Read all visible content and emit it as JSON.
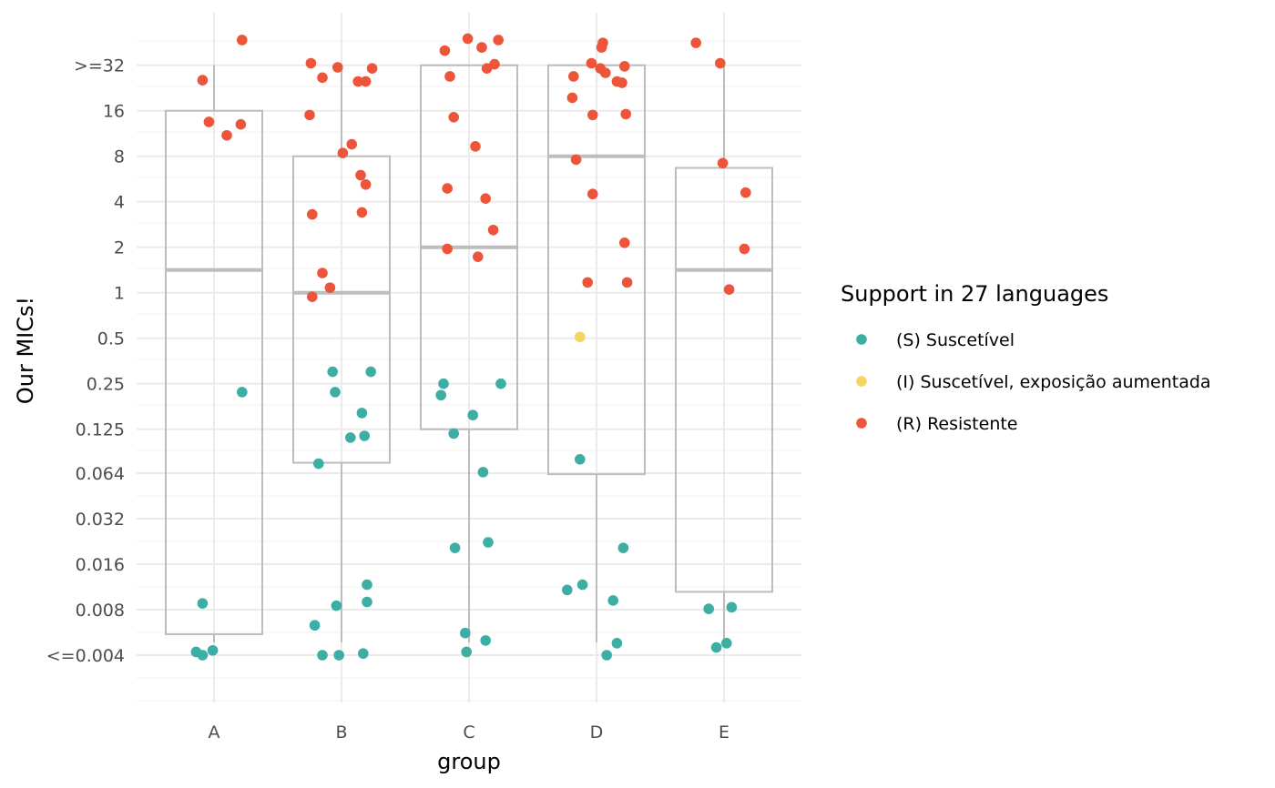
{
  "chart_data": {
    "type": "scatter",
    "subtype": "boxplot-with-jitter",
    "title": "",
    "xlabel": "group",
    "ylabel": "Our MICs!",
    "categories": [
      "A",
      "B",
      "C",
      "D",
      "E"
    ],
    "y_scale": "log2",
    "y_ticks": [
      {
        "value": 0.004,
        "label": "<=0.004"
      },
      {
        "value": 0.008,
        "label": "0.008"
      },
      {
        "value": 0.016,
        "label": "0.016"
      },
      {
        "value": 0.032,
        "label": "0.032"
      },
      {
        "value": 0.064,
        "label": "0.064"
      },
      {
        "value": 0.125,
        "label": "0.125"
      },
      {
        "value": 0.25,
        "label": "0.25"
      },
      {
        "value": 0.5,
        "label": "0.5"
      },
      {
        "value": 1,
        "label": "1"
      },
      {
        "value": 2,
        "label": "2"
      },
      {
        "value": 4,
        "label": "4"
      },
      {
        "value": 8,
        "label": "8"
      },
      {
        "value": 16,
        "label": "16"
      },
      {
        "value": 32,
        "label": ">=32"
      }
    ],
    "grid": true,
    "legend_position": "right",
    "legend": {
      "title": "Support in 27 languages",
      "items": [
        {
          "key": "S",
          "label": "(S) Suscetível",
          "color": "#3CAEA3"
        },
        {
          "key": "I",
          "label": "(I) Suscetível, exposição aumentada",
          "color": "#F6D55C"
        },
        {
          "key": "R",
          "label": "(R) Resistente",
          "color": "#ED553B"
        }
      ]
    },
    "boxes": [
      {
        "group": "A",
        "lower": 0.004,
        "q1": 0.0055,
        "median": 1.414,
        "q3": 16,
        "upper": 32
      },
      {
        "group": "B",
        "lower": 0.004,
        "q1": 0.075,
        "median": 1,
        "q3": 8,
        "upper": 32
      },
      {
        "group": "C",
        "lower": 0.004,
        "q1": 0.125,
        "median": 2,
        "q3": 32,
        "upper": 32
      },
      {
        "group": "D",
        "lower": 0.004,
        "q1": 0.063,
        "median": 8,
        "q3": 32,
        "upper": 32
      },
      {
        "group": "E",
        "lower": 0.004,
        "q1": 0.0105,
        "median": 1.414,
        "q3": 6.7,
        "upper": 32
      }
    ],
    "points": [
      {
        "group": "A",
        "jitter": 0.22,
        "value": 47,
        "sir": "R"
      },
      {
        "group": "A",
        "jitter": -0.09,
        "value": 25.5,
        "sir": "R"
      },
      {
        "group": "A",
        "jitter": -0.04,
        "value": 13.5,
        "sir": "R"
      },
      {
        "group": "A",
        "jitter": 0.21,
        "value": 13,
        "sir": "R"
      },
      {
        "group": "A",
        "jitter": 0.1,
        "value": 11,
        "sir": "R"
      },
      {
        "group": "A",
        "jitter": 0.22,
        "value": 0.22,
        "sir": "S"
      },
      {
        "group": "A",
        "jitter": -0.09,
        "value": 0.0088,
        "sir": "S"
      },
      {
        "group": "A",
        "jitter": -0.14,
        "value": 0.0042,
        "sir": "S"
      },
      {
        "group": "A",
        "jitter": -0.09,
        "value": 0.004,
        "sir": "S"
      },
      {
        "group": "A",
        "jitter": -0.01,
        "value": 0.0043,
        "sir": "S"
      },
      {
        "group": "B",
        "jitter": -0.24,
        "value": 33,
        "sir": "R"
      },
      {
        "group": "B",
        "jitter": -0.03,
        "value": 31,
        "sir": "R"
      },
      {
        "group": "B",
        "jitter": 0.24,
        "value": 30.5,
        "sir": "R"
      },
      {
        "group": "B",
        "jitter": -0.15,
        "value": 26.5,
        "sir": "R"
      },
      {
        "group": "B",
        "jitter": 0.13,
        "value": 25,
        "sir": "R"
      },
      {
        "group": "B",
        "jitter": 0.19,
        "value": 25,
        "sir": "R"
      },
      {
        "group": "B",
        "jitter": -0.25,
        "value": 15,
        "sir": "R"
      },
      {
        "group": "B",
        "jitter": 0.08,
        "value": 9.6,
        "sir": "R"
      },
      {
        "group": "B",
        "jitter": 0.01,
        "value": 8.4,
        "sir": "R"
      },
      {
        "group": "B",
        "jitter": 0.15,
        "value": 6,
        "sir": "R"
      },
      {
        "group": "B",
        "jitter": 0.19,
        "value": 5.2,
        "sir": "R"
      },
      {
        "group": "B",
        "jitter": -0.23,
        "value": 3.3,
        "sir": "R"
      },
      {
        "group": "B",
        "jitter": 0.16,
        "value": 3.4,
        "sir": "R"
      },
      {
        "group": "B",
        "jitter": -0.15,
        "value": 1.35,
        "sir": "R"
      },
      {
        "group": "B",
        "jitter": -0.09,
        "value": 1.08,
        "sir": "R"
      },
      {
        "group": "B",
        "jitter": -0.23,
        "value": 0.94,
        "sir": "R"
      },
      {
        "group": "B",
        "jitter": -0.07,
        "value": 0.3,
        "sir": "S"
      },
      {
        "group": "B",
        "jitter": 0.23,
        "value": 0.3,
        "sir": "S"
      },
      {
        "group": "B",
        "jitter": -0.05,
        "value": 0.22,
        "sir": "S"
      },
      {
        "group": "B",
        "jitter": 0.16,
        "value": 0.16,
        "sir": "S"
      },
      {
        "group": "B",
        "jitter": 0.07,
        "value": 0.11,
        "sir": "S"
      },
      {
        "group": "B",
        "jitter": 0.18,
        "value": 0.113,
        "sir": "S"
      },
      {
        "group": "B",
        "jitter": -0.18,
        "value": 0.074,
        "sir": "S"
      },
      {
        "group": "B",
        "jitter": 0.2,
        "value": 0.0117,
        "sir": "S"
      },
      {
        "group": "B",
        "jitter": 0.2,
        "value": 0.009,
        "sir": "S"
      },
      {
        "group": "B",
        "jitter": -0.04,
        "value": 0.0085,
        "sir": "S"
      },
      {
        "group": "B",
        "jitter": -0.21,
        "value": 0.0063,
        "sir": "S"
      },
      {
        "group": "B",
        "jitter": -0.15,
        "value": 0.004,
        "sir": "S"
      },
      {
        "group": "B",
        "jitter": -0.02,
        "value": 0.004,
        "sir": "S"
      },
      {
        "group": "B",
        "jitter": 0.17,
        "value": 0.0041,
        "sir": "S"
      },
      {
        "group": "C",
        "jitter": -0.01,
        "value": 48,
        "sir": "R"
      },
      {
        "group": "C",
        "jitter": 0.23,
        "value": 47,
        "sir": "R"
      },
      {
        "group": "C",
        "jitter": 0.1,
        "value": 42,
        "sir": "R"
      },
      {
        "group": "C",
        "jitter": -0.19,
        "value": 40,
        "sir": "R"
      },
      {
        "group": "C",
        "jitter": 0.2,
        "value": 32.5,
        "sir": "R"
      },
      {
        "group": "C",
        "jitter": 0.14,
        "value": 30.5,
        "sir": "R"
      },
      {
        "group": "C",
        "jitter": -0.15,
        "value": 27,
        "sir": "R"
      },
      {
        "group": "C",
        "jitter": -0.12,
        "value": 14.5,
        "sir": "R"
      },
      {
        "group": "C",
        "jitter": 0.05,
        "value": 9.3,
        "sir": "R"
      },
      {
        "group": "C",
        "jitter": -0.17,
        "value": 4.9,
        "sir": "R"
      },
      {
        "group": "C",
        "jitter": 0.13,
        "value": 4.2,
        "sir": "R"
      },
      {
        "group": "C",
        "jitter": 0.19,
        "value": 2.6,
        "sir": "R"
      },
      {
        "group": "C",
        "jitter": -0.17,
        "value": 1.95,
        "sir": "R"
      },
      {
        "group": "C",
        "jitter": 0.07,
        "value": 1.73,
        "sir": "R"
      },
      {
        "group": "C",
        "jitter": -0.2,
        "value": 0.25,
        "sir": "S"
      },
      {
        "group": "C",
        "jitter": 0.25,
        "value": 0.25,
        "sir": "S"
      },
      {
        "group": "C",
        "jitter": -0.22,
        "value": 0.21,
        "sir": "S"
      },
      {
        "group": "C",
        "jitter": 0.03,
        "value": 0.155,
        "sir": "S"
      },
      {
        "group": "C",
        "jitter": -0.12,
        "value": 0.117,
        "sir": "S"
      },
      {
        "group": "C",
        "jitter": 0.11,
        "value": 0.065,
        "sir": "S"
      },
      {
        "group": "C",
        "jitter": 0.15,
        "value": 0.0223,
        "sir": "S"
      },
      {
        "group": "C",
        "jitter": -0.11,
        "value": 0.0205,
        "sir": "S"
      },
      {
        "group": "C",
        "jitter": -0.03,
        "value": 0.0056,
        "sir": "S"
      },
      {
        "group": "C",
        "jitter": 0.13,
        "value": 0.005,
        "sir": "S"
      },
      {
        "group": "C",
        "jitter": -0.02,
        "value": 0.0042,
        "sir": "S"
      },
      {
        "group": "D",
        "jitter": 0.05,
        "value": 45,
        "sir": "R"
      },
      {
        "group": "D",
        "jitter": 0.04,
        "value": 42,
        "sir": "R"
      },
      {
        "group": "D",
        "jitter": -0.04,
        "value": 33,
        "sir": "R"
      },
      {
        "group": "D",
        "jitter": 0.22,
        "value": 31.5,
        "sir": "R"
      },
      {
        "group": "D",
        "jitter": 0.03,
        "value": 30.5,
        "sir": "R"
      },
      {
        "group": "D",
        "jitter": 0.07,
        "value": 28.5,
        "sir": "R"
      },
      {
        "group": "D",
        "jitter": -0.18,
        "value": 27,
        "sir": "R"
      },
      {
        "group": "D",
        "jitter": 0.16,
        "value": 25,
        "sir": "R"
      },
      {
        "group": "D",
        "jitter": 0.2,
        "value": 24.5,
        "sir": "R"
      },
      {
        "group": "D",
        "jitter": -0.19,
        "value": 19.5,
        "sir": "R"
      },
      {
        "group": "D",
        "jitter": -0.03,
        "value": 15,
        "sir": "R"
      },
      {
        "group": "D",
        "jitter": 0.23,
        "value": 15.2,
        "sir": "R"
      },
      {
        "group": "D",
        "jitter": -0.16,
        "value": 7.6,
        "sir": "R"
      },
      {
        "group": "D",
        "jitter": -0.03,
        "value": 4.5,
        "sir": "R"
      },
      {
        "group": "D",
        "jitter": 0.22,
        "value": 2.14,
        "sir": "R"
      },
      {
        "group": "D",
        "jitter": -0.07,
        "value": 1.17,
        "sir": "R"
      },
      {
        "group": "D",
        "jitter": 0.24,
        "value": 1.17,
        "sir": "R"
      },
      {
        "group": "D",
        "jitter": -0.13,
        "value": 0.51,
        "sir": "I"
      },
      {
        "group": "D",
        "jitter": -0.13,
        "value": 0.079,
        "sir": "S"
      },
      {
        "group": "D",
        "jitter": 0.21,
        "value": 0.0205,
        "sir": "S"
      },
      {
        "group": "D",
        "jitter": -0.11,
        "value": 0.0117,
        "sir": "S"
      },
      {
        "group": "D",
        "jitter": -0.23,
        "value": 0.0108,
        "sir": "S"
      },
      {
        "group": "D",
        "jitter": 0.13,
        "value": 0.0092,
        "sir": "S"
      },
      {
        "group": "D",
        "jitter": 0.16,
        "value": 0.0048,
        "sir": "S"
      },
      {
        "group": "D",
        "jitter": 0.08,
        "value": 0.004,
        "sir": "S"
      },
      {
        "group": "E",
        "jitter": -0.22,
        "value": 45,
        "sir": "R"
      },
      {
        "group": "E",
        "jitter": -0.03,
        "value": 33,
        "sir": "R"
      },
      {
        "group": "E",
        "jitter": -0.01,
        "value": 7.2,
        "sir": "R"
      },
      {
        "group": "E",
        "jitter": 0.17,
        "value": 4.6,
        "sir": "R"
      },
      {
        "group": "E",
        "jitter": 0.16,
        "value": 1.95,
        "sir": "R"
      },
      {
        "group": "E",
        "jitter": 0.04,
        "value": 1.05,
        "sir": "R"
      },
      {
        "group": "E",
        "jitter": -0.12,
        "value": 0.0081,
        "sir": "S"
      },
      {
        "group": "E",
        "jitter": 0.06,
        "value": 0.0083,
        "sir": "S"
      },
      {
        "group": "E",
        "jitter": -0.06,
        "value": 0.0045,
        "sir": "S"
      },
      {
        "group": "E",
        "jitter": 0.02,
        "value": 0.0048,
        "sir": "S"
      }
    ]
  }
}
